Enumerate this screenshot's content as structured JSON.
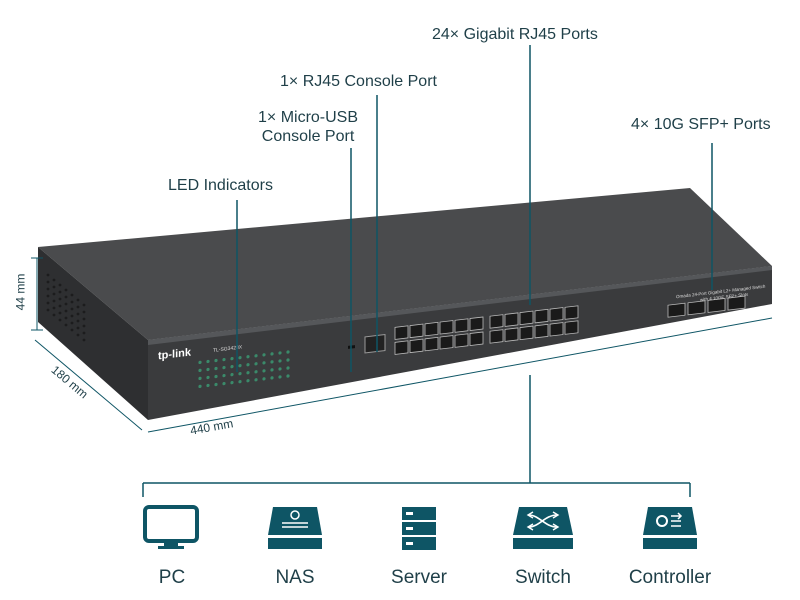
{
  "callouts": {
    "led": "LED Indicators",
    "micro_usb_line1": "1× Micro-USB",
    "micro_usb_line2": "Console Port",
    "rj45_console": "1× RJ45 Console Port",
    "gigabit": "24× Gigabit RJ45 Ports",
    "sfp": "4× 10G SFP+ Ports"
  },
  "dimensions": {
    "height": "44 mm",
    "depth": "180 mm",
    "width": "440 mm"
  },
  "switch": {
    "brand": "tp-link",
    "model": "TL-SG3428X",
    "description_line1": "Omada 24-Port Gigabit L2+ Managed Switch",
    "description_line2": "with 4 10GE SFP+ Slots",
    "body_color": "#3a3b3d"
  },
  "devices": [
    {
      "label": "PC",
      "icon": "monitor-icon"
    },
    {
      "label": "NAS",
      "icon": "nas-icon"
    },
    {
      "label": "Server",
      "icon": "server-icon"
    },
    {
      "label": "Switch",
      "icon": "switch-icon"
    },
    {
      "label": "Controller",
      "icon": "controller-icon"
    }
  ],
  "colors": {
    "accent": "#0e5565",
    "text": "#1f3f48"
  }
}
